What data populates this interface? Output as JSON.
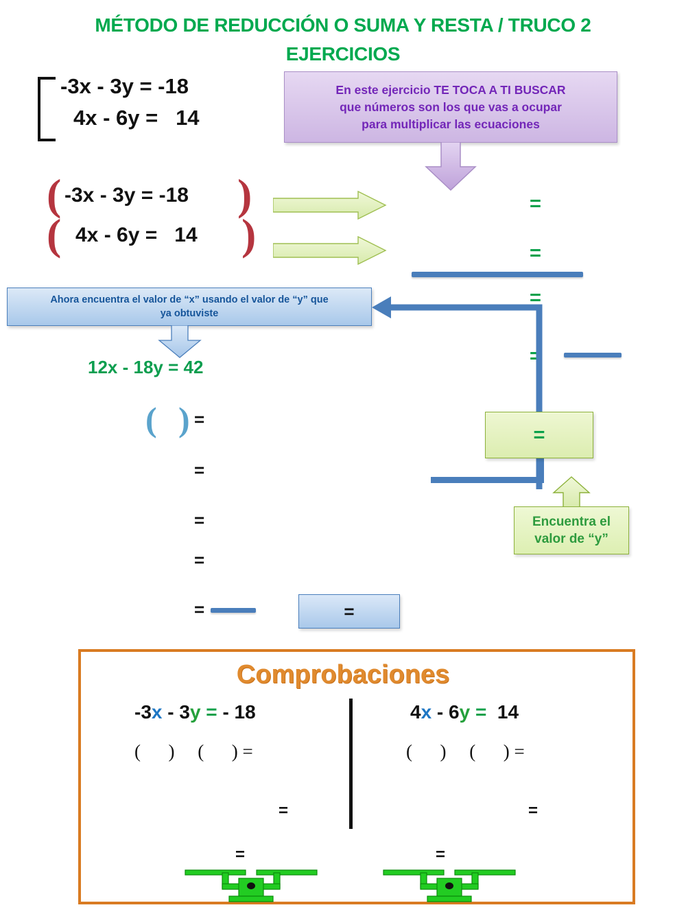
{
  "title": {
    "line1": "MÉTODO DE REDUCCIÓN O SUMA Y RESTA / TRUCO 2",
    "line2": "EJERCICIOS",
    "color": "#00A94F"
  },
  "system": {
    "equation1": "-3x - 3y = -18",
    "equation2": "4x - 6y =   14"
  },
  "callout_purple": {
    "line1": "En este ejercicio  TE TOCA A TI BUSCAR",
    "line2": "que números son los que vas a ocupar",
    "line3": "para multiplicar las ecuaciones",
    "text_color": "#7326b8",
    "fill_color": "#cdb6e3"
  },
  "bracketed_system": {
    "open_paren": "(",
    "close_paren": ")",
    "equation1": "-3x - 3y = -18",
    "equation2": "4x - 6y =   14",
    "paren_color": "#b5353f"
  },
  "arrows": {
    "green_arrow_label": "green-right-arrow",
    "green_fill": "#ddeeb4"
  },
  "right_column": {
    "equals": [
      "=",
      "=",
      "=",
      "="
    ],
    "equals_color": "#0aa14b",
    "answer_line_color": "#4a7ebb"
  },
  "callout_blue": {
    "line1": "Ahora encuentra el valor de “x” usando el valor de “y” que",
    "line2": "ya obtuviste",
    "text_color": "#16559a",
    "fill_color": "#a8c8ea"
  },
  "multiplied_equation": {
    "text": "12x - 18y = 42",
    "color": "#0d9e4f"
  },
  "work_column": {
    "open_paren": "(",
    "close_paren": ")",
    "equals": [
      "=",
      "=",
      "=",
      "=",
      "="
    ],
    "equals_color": "#111111"
  },
  "green_result_box": {
    "equals": "=",
    "fill_color": "#dcedb0",
    "border_color": "#8cb13a"
  },
  "callout_green": {
    "line1": "Encuentra el",
    "line2": "valor de “y”",
    "text_color": "#2e9b3e",
    "fill_color": "#ddefb2"
  },
  "blue_result_box": {
    "equals": "=",
    "fill_color": "#a9c8ea",
    "border_color": "#4a7ebb"
  },
  "check_panel": {
    "title": "Comprobaciones",
    "title_color": "#e08a2e",
    "border_color": "#d97b22",
    "left": {
      "eq_prefix": "-3",
      "eq_x": "x",
      "eq_mid": " - 3",
      "eq_y": "y",
      "eq_equals": " = ",
      "eq_result": "- 18",
      "parens_row": "(      )     (      ) =",
      "equals_row2": "=",
      "equals_row3": "="
    },
    "right": {
      "eq_prefix": "4",
      "eq_x": "x",
      "eq_mid": " - 6",
      "eq_y": "y",
      "eq_equals": " = ",
      "eq_result": " 14",
      "parens_row": "(      )     (      ) =",
      "equals_row2": "=",
      "equals_row3": "="
    },
    "x_color": "#1f77c4",
    "y_color": "#24a03b",
    "equals_color": "#12a04a",
    "balance_icon_color": "#22cc22"
  }
}
